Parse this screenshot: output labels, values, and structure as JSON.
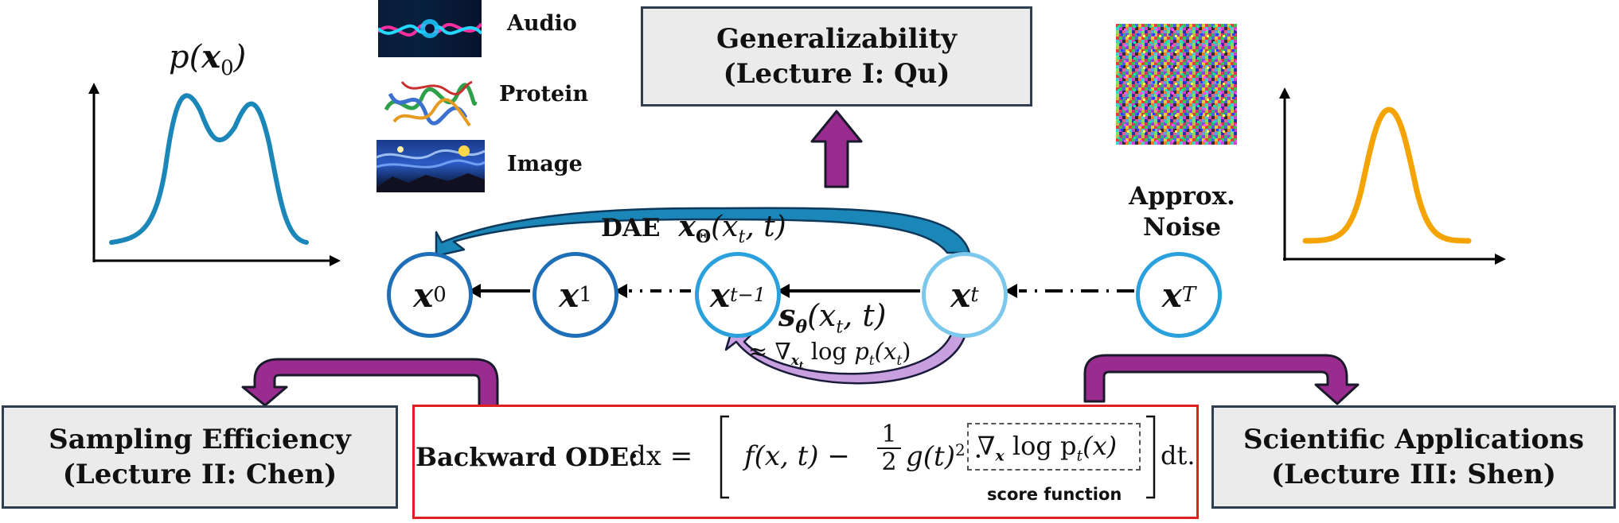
{
  "left_distribution": {
    "label_func": "p",
    "label_var": "x",
    "label_sub": "0"
  },
  "modalities": [
    {
      "label": "Audio",
      "icon": "audio-waveform-image"
    },
    {
      "label": "Protein",
      "icon": "protein-structure-image"
    },
    {
      "label": "Image",
      "icon": "starry-night-image"
    }
  ],
  "generalizability": {
    "line1": "Generalizability",
    "line2": "(Lecture I: Qu)"
  },
  "sampling_efficiency": {
    "line1": "Sampling Efficiency",
    "line2": "(Lecture II: Chen)"
  },
  "scientific_applications": {
    "line1": "Scientific Applications",
    "line2": "(Lecture III: Shen)"
  },
  "noise_label": {
    "line1": "Approx.",
    "line2": "Noise"
  },
  "dae": {
    "label": "DAE",
    "var": "x",
    "sub": "Θ",
    "args": "(x",
    "args_sub": "t",
    "args_end": ", t)"
  },
  "score_model": {
    "var": "s",
    "sub": "θ",
    "args": "(x",
    "args_sub": "t",
    "args_end": ", t)"
  },
  "score_approx": {
    "approx": "≈",
    "nabla": "∇",
    "nabla_sub": "x",
    "nabla_sub_sub": "t",
    "log": "log",
    "p": "p",
    "p_sub": "t",
    "arg": "(x",
    "arg_sub": "t",
    "arg_end": ")"
  },
  "nodes": [
    {
      "var": "x",
      "sub": "0"
    },
    {
      "var": "x",
      "sub": "1"
    },
    {
      "var": "x",
      "sub": "t−1"
    },
    {
      "var": "x",
      "sub": "t"
    },
    {
      "var": "x",
      "sub": "T"
    }
  ],
  "ode": {
    "label": "Backward ODE:",
    "dx": "dx =",
    "f": "f(x, t) −",
    "half_num": "1",
    "half_den": "2",
    "g": "g(t)",
    "g_exp": "2",
    "dot": "·",
    "score": "∇",
    "score_sub": "x",
    "score_log": "log p",
    "score_p_sub": "t",
    "score_arg": "(x)",
    "score_caption": "score function",
    "dt": "dt."
  },
  "colors": {
    "node_dark": "#1f6fb8",
    "node_light": "#2aa0dc",
    "node_pale": "#7cc8ec",
    "purple": "#9b2c8f",
    "gaussian": "#f5a300",
    "bimodal": "#1b86b8",
    "ode_border": "#e02020"
  }
}
